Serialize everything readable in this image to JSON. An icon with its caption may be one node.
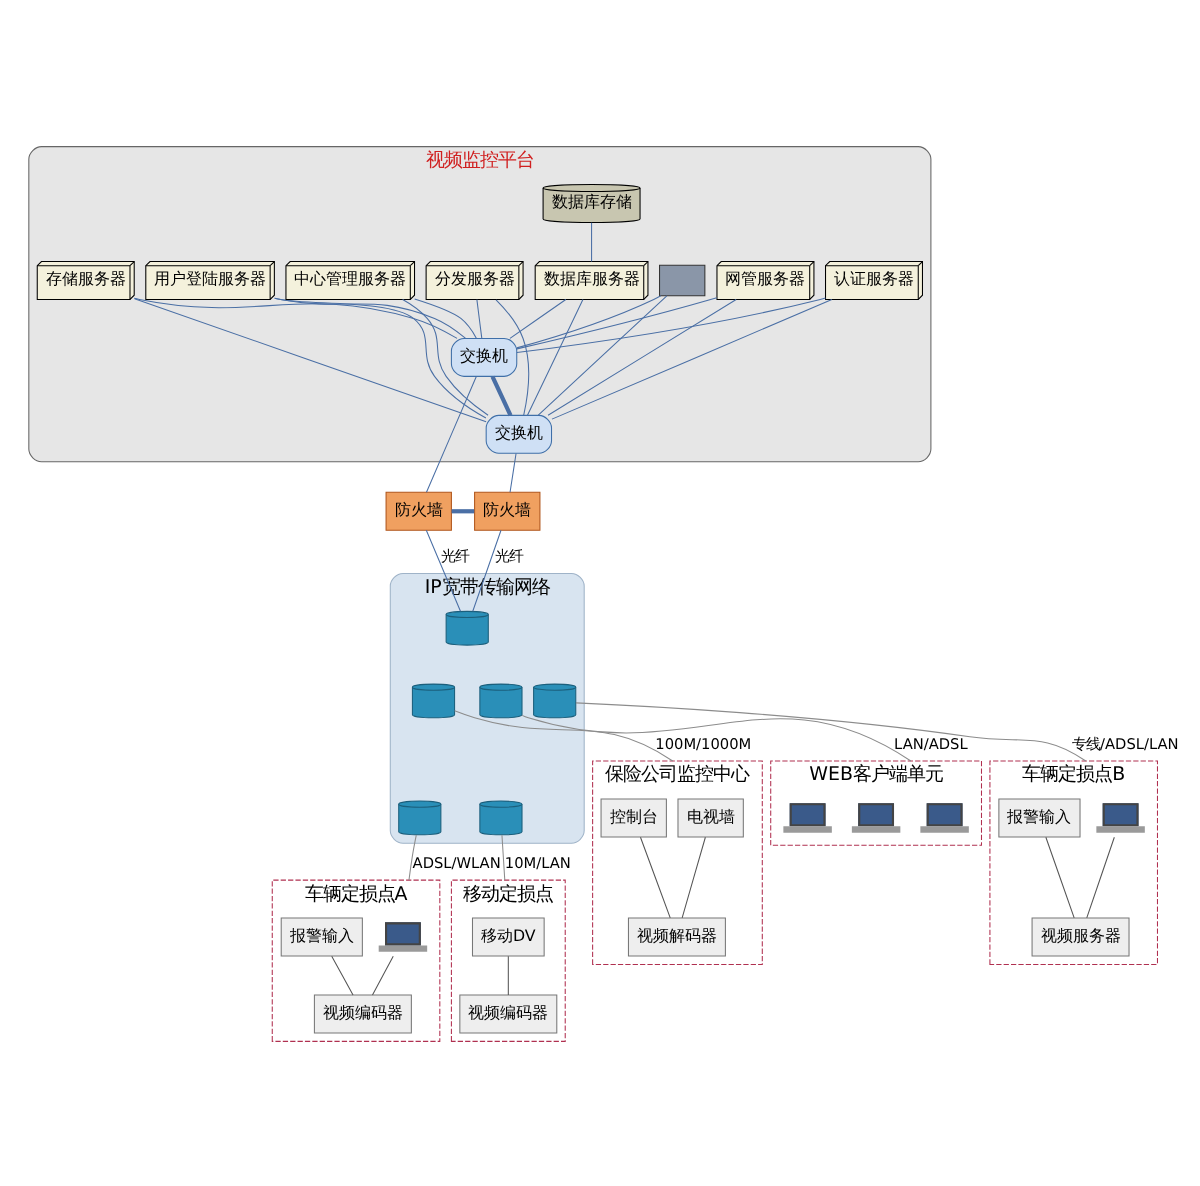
{
  "diagram": {
    "nodes": [
      {
        "text": [
          "视频监控平台"
        ]
      },
      {
        "text": [
          "认证服务器"
        ],
        "in": 0
      },
      {
        "text": [
          "网管服务器"
        ],
        "in": 0
      },
      {
        "text": [
          "用户登陆服务器"
        ],
        "in": 0
      },
      {
        "text": [
          "数据库存储"
        ],
        "in": 0
      },
      {
        "text": [
          "数据库服务器"
        ],
        "in": 0
      },
      {
        "text": [
          "中心管理服务器"
        ],
        "in": 0
      },
      {
        "text": [
          "存储服务器"
        ],
        "in": 0
      },
      {
        "text": [
          "分发服务器"
        ],
        "in": 0
      },
      {
        "text": [],
        "shape": "box",
        "in": 0
      },
      {
        "text": [
          "交换机"
        ],
        "in": 0
      },
      {
        "text": [
          "交换机"
        ],
        "in": 0
      },
      {
        "text": [
          "防火墙"
        ]
      },
      {
        "text": [
          "防火墙"
        ]
      },
      {
        "text": [
          "IP宽带传输网络"
        ]
      },
      {
        "text": [],
        "shape": "cylinder",
        "in": 14
      },
      {
        "text": [],
        "shape": "cylinder",
        "in": 14
      },
      {
        "text": [],
        "shape": "cylinder",
        "in": 14
      },
      {
        "text": [],
        "shape": "cylinder",
        "in": 14
      },
      {
        "text": [],
        "shape": "cylinder",
        "in": 14
      },
      {
        "text": [],
        "shape": "cylinder",
        "in": 14
      },
      {
        "text": [
          "保险公司监控中心"
        ]
      },
      {
        "text": [
          "电视墙"
        ],
        "in": 21
      },
      {
        "text": [
          "控制台"
        ],
        "in": 21
      },
      {
        "text": [
          "视频解码器"
        ],
        "in": 21
      },
      {
        "text": [
          "WEB客户端单元"
        ]
      },
      {
        "text": [],
        "shape": "picture",
        "in": 25
      },
      {
        "text": [],
        "shape": "picture",
        "in": 25
      },
      {
        "text": [],
        "shape": "picture",
        "in": 25
      },
      {
        "text": [
          "车辆定损点A"
        ]
      },
      {
        "text": [],
        "shape": "picture",
        "in": 29
      },
      {
        "text": [
          "报警输入"
        ],
        "in": 29
      },
      {
        "text": [
          "视频编码器"
        ],
        "in": 29
      },
      {
        "text": [
          "车辆定损点B"
        ]
      },
      {
        "text": [],
        "shape": "picture",
        "in": 33
      },
      {
        "text": [
          "报警输入"
        ],
        "in": 33
      },
      {
        "text": [
          "视频服务器"
        ],
        "in": 33
      },
      {
        "text": [
          "移动定损点"
        ]
      },
      {
        "text": [
          "移动DV"
        ],
        "in": 37
      },
      {
        "text": [
          "视频编码器"
        ],
        "in": 37
      }
    ],
    "edges": [
      {
        "from": 4,
        "to": 5,
        "arrow": "none"
      },
      {
        "from": 1,
        "to": 10,
        "arrow": "none"
      },
      {
        "from": 1,
        "to": 11,
        "arrow": "none"
      },
      {
        "from": 2,
        "to": 10,
        "arrow": "none"
      },
      {
        "from": 2,
        "to": 11,
        "arrow": "none"
      },
      {
        "from": 3,
        "to": 10,
        "arrow": "none"
      },
      {
        "from": 3,
        "to": 11,
        "arrow": "none"
      },
      {
        "from": 5,
        "to": 10,
        "arrow": "none"
      },
      {
        "from": 5,
        "to": 11,
        "arrow": "none"
      },
      {
        "from": 6,
        "to": 10,
        "arrow": "none"
      },
      {
        "from": 6,
        "to": 11,
        "arrow": "none"
      },
      {
        "from": 7,
        "to": 10,
        "arrow": "none"
      },
      {
        "from": 7,
        "to": 11,
        "arrow": "none"
      },
      {
        "from": 8,
        "to": 10,
        "arrow": "none"
      },
      {
        "from": 8,
        "to": 11,
        "arrow": "none"
      },
      {
        "from": 9,
        "to": 10,
        "arrow": "none"
      },
      {
        "from": 9,
        "to": 11,
        "arrow": "none"
      },
      {
        "from": 10,
        "to": 11,
        "arrow": "none",
        "style": "thick"
      },
      {
        "from": 10,
        "to": 12,
        "arrow": "none"
      },
      {
        "from": 11,
        "to": 13,
        "arrow": "none"
      },
      {
        "from": 12,
        "to": 13,
        "arrow": "none",
        "style": "thick"
      },
      {
        "from": 12,
        "to": 15,
        "label": "光纤",
        "arrow": "none"
      },
      {
        "from": 13,
        "to": 15,
        "label": "光纤",
        "arrow": "none"
      },
      {
        "from": 16,
        "to": 21,
        "label": "100M/1000M",
        "arrow": "none",
        "color": "#8c8c8c"
      },
      {
        "from": 17,
        "to": 25,
        "label": "LAN/ADSL",
        "arrow": "none",
        "color": "#8c8c8c"
      },
      {
        "from": 18,
        "to": 29,
        "label": "ADSL/WLAN",
        "arrow": "none",
        "color": "#8c8c8c"
      },
      {
        "from": 19,
        "to": 33,
        "label": "专线/ADSL/LAN",
        "arrow": "none",
        "color": "#8c8c8c"
      },
      {
        "from": 20,
        "to": 37,
        "label": "10M/LAN",
        "arrow": "none",
        "color": "#8c8c8c"
      },
      {
        "from": 22,
        "to": 24,
        "arrow": "none",
        "color": "#555555"
      },
      {
        "from": 23,
        "to": 24,
        "arrow": "none",
        "color": "#555555"
      },
      {
        "from": 30,
        "to": 32,
        "arrow": "none",
        "color": "#555555"
      },
      {
        "from": 31,
        "to": 32,
        "arrow": "none",
        "color": "#555555"
      },
      {
        "from": 34,
        "to": 36,
        "arrow": "none",
        "color": "#555555"
      },
      {
        "from": 35,
        "to": 36,
        "arrow": "none",
        "color": "#555555"
      },
      {
        "from": 38,
        "to": 39,
        "arrow": "none",
        "color": "#555555"
      }
    ]
  }
}
